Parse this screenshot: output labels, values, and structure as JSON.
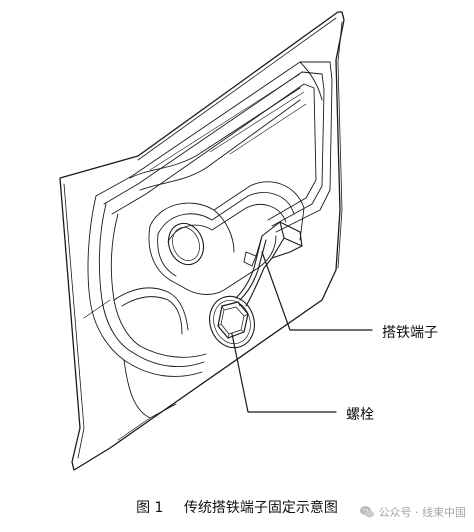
{
  "labels": {
    "ground_terminal": "搭铁端子",
    "bolt": "螺栓"
  },
  "caption": {
    "figure_number": "图 1",
    "title": "传统搭铁端子固定示意图"
  },
  "watermark": {
    "text": "公众号 · 线束中国",
    "icon": "wechat-icon"
  },
  "colors": {
    "line": "#1a1a1a",
    "background": "#ffffff",
    "watermark": "#9a9a9a"
  }
}
